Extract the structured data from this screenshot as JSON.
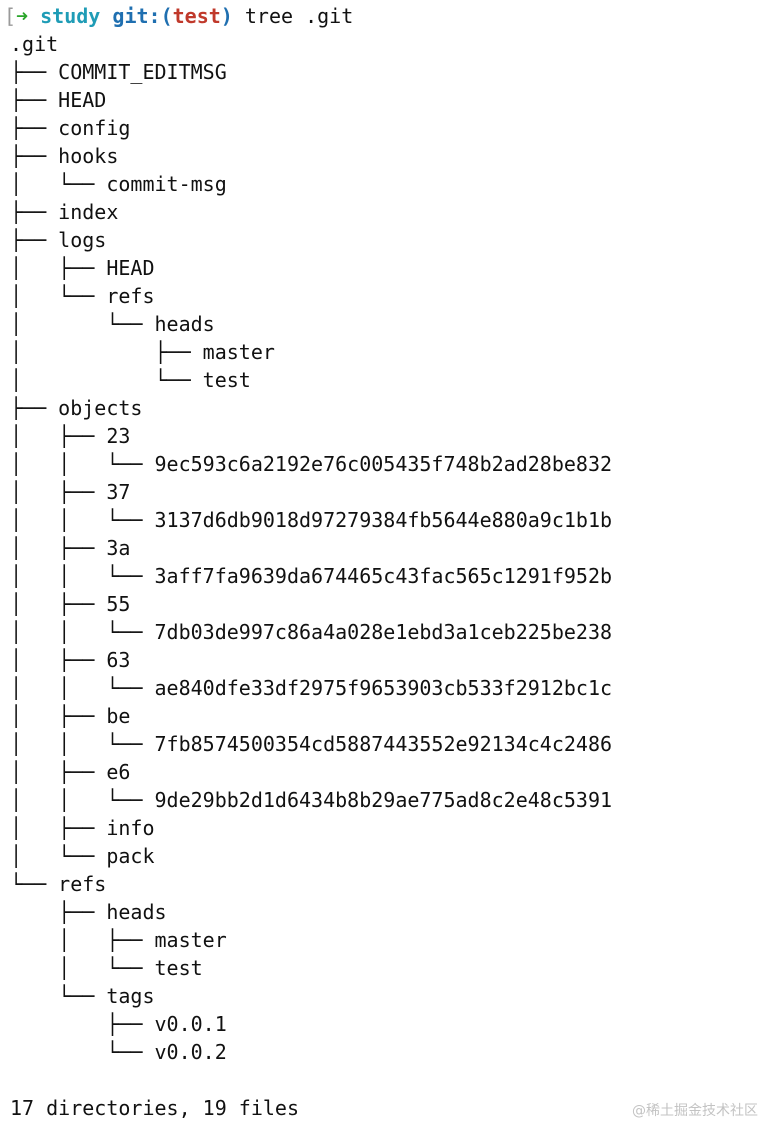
{
  "prompt": {
    "bracket": "[",
    "arrow": "➜",
    "directory": "study",
    "git_label": "git:",
    "branch_open": "(",
    "branch": "test",
    "branch_close": ")",
    "command": "tree .git"
  },
  "tree": [
    ".git",
    "├── COMMIT_EDITMSG",
    "├── HEAD",
    "├── config",
    "├── hooks",
    "│   └── commit-msg",
    "├── index",
    "├── logs",
    "│   ├── HEAD",
    "│   └── refs",
    "│       └── heads",
    "│           ├── master",
    "│           └── test",
    "├── objects",
    "│   ├── 23",
    "│   │   └── 9ec593c6a2192e76c005435f748b2ad28be832",
    "│   ├── 37",
    "│   │   └── 3137d6db9018d97279384fb5644e880a9c1b1b",
    "│   ├── 3a",
    "│   │   └── 3aff7fa9639da674465c43fac565c1291f952b",
    "│   ├── 55",
    "│   │   └── 7db03de997c86a4a028e1ebd3a1ceb225be238",
    "│   ├── 63",
    "│   │   └── ae840dfe33df2975f9653903cb533f2912bc1c",
    "│   ├── be",
    "│   │   └── 7fb8574500354cd5887443552e92134c4c2486",
    "│   ├── e6",
    "│   │   └── 9de29bb2d1d6434b8b29ae775ad8c2e48c5391",
    "│   ├── info",
    "│   └── pack",
    "└── refs",
    "    ├── heads",
    "    │   ├── master",
    "    │   └── test",
    "    └── tags",
    "        ├── v0.0.1",
    "        └── v0.0.2"
  ],
  "summary": "17 directories, 19 files",
  "watermark": "@稀土掘金技术社区"
}
